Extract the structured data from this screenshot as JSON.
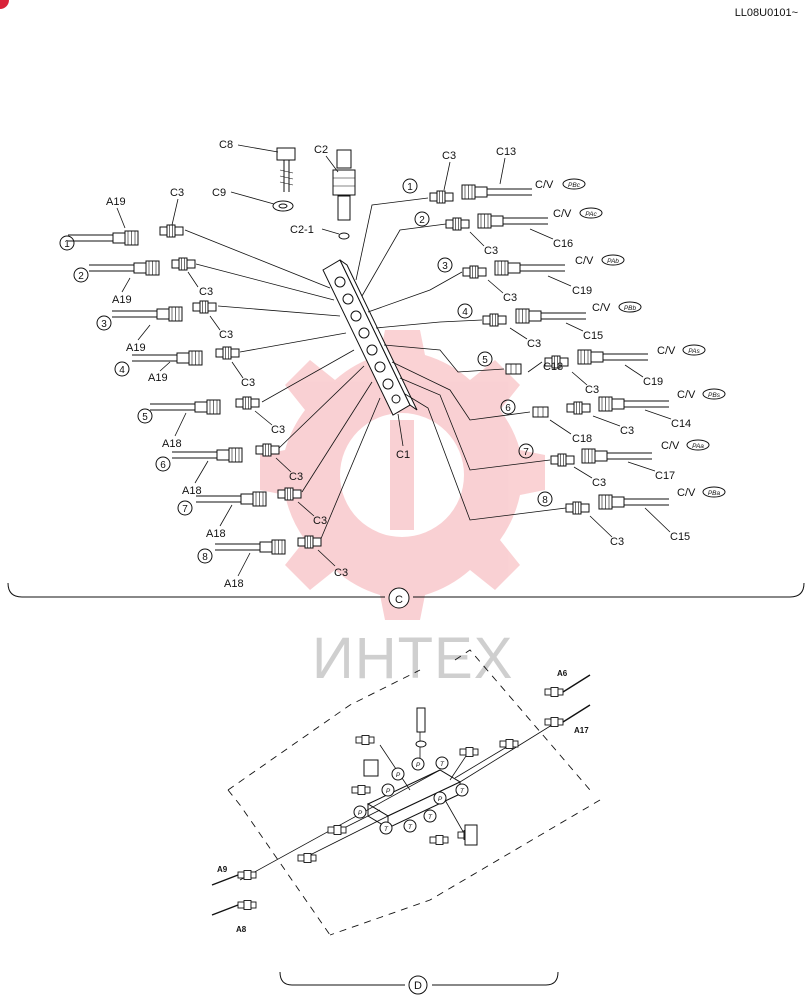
{
  "document": {
    "code": "LL08U0101~"
  },
  "watermark": {
    "text": "ИНТЕХ",
    "color": "#e8303a"
  },
  "section_c": {
    "title": "C",
    "center": {
      "c8": "C8",
      "c2": "C2",
      "c9": "C9",
      "c2_1": "C2-1",
      "c1": "C1"
    },
    "left_rows": [
      {
        "num": "1",
        "hose": "A19",
        "fitting": "C3"
      },
      {
        "num": "2",
        "hose": "A19",
        "fitting": "C3"
      },
      {
        "num": "3",
        "hose": "A19",
        "fitting": "C3"
      },
      {
        "num": "4",
        "hose": "A19",
        "fitting": "C3"
      },
      {
        "num": "5",
        "hose": "A18",
        "fitting": "C3"
      },
      {
        "num": "6",
        "hose": "A18",
        "fitting": "C3"
      },
      {
        "num": "7",
        "hose": "A18",
        "fitting": "C3"
      },
      {
        "num": "8",
        "hose": "A18",
        "fitting": "C3"
      }
    ],
    "right_rows": [
      {
        "num": "1",
        "fitting": "C3",
        "hose": "C13",
        "cv": "C/V",
        "port": "PBc"
      },
      {
        "num": "2",
        "fitting": "C3",
        "hose": "C16",
        "cv": "C/V",
        "port": "PAc"
      },
      {
        "num": "3",
        "fitting": "C3",
        "hose": "C19",
        "cv": "C/V",
        "port": "PAb"
      },
      {
        "num": "4",
        "fitting": "C3",
        "hose": "C15",
        "cv": "C/V",
        "port": "PBb"
      },
      {
        "num": "5",
        "adapter": "C18",
        "fitting": "C3",
        "hose": "C19",
        "cv": "C/V",
        "port": "PAs"
      },
      {
        "num": "6",
        "adapter": "C18",
        "fitting": "C3",
        "hose": "C14",
        "cv": "C/V",
        "port": "PBs"
      },
      {
        "num": "7",
        "fitting": "C3",
        "hose": "C17",
        "cv": "C/V",
        "port": "PAa"
      },
      {
        "num": "8",
        "fitting": "C3",
        "hose": "C15",
        "cv": "C/V",
        "port": "PBa"
      }
    ]
  },
  "section_d": {
    "title": "D",
    "hoses": {
      "a6": "A6",
      "a17": "A17",
      "a9": "A9",
      "a8": "A8"
    },
    "port_p": "P",
    "port_t": "T"
  }
}
